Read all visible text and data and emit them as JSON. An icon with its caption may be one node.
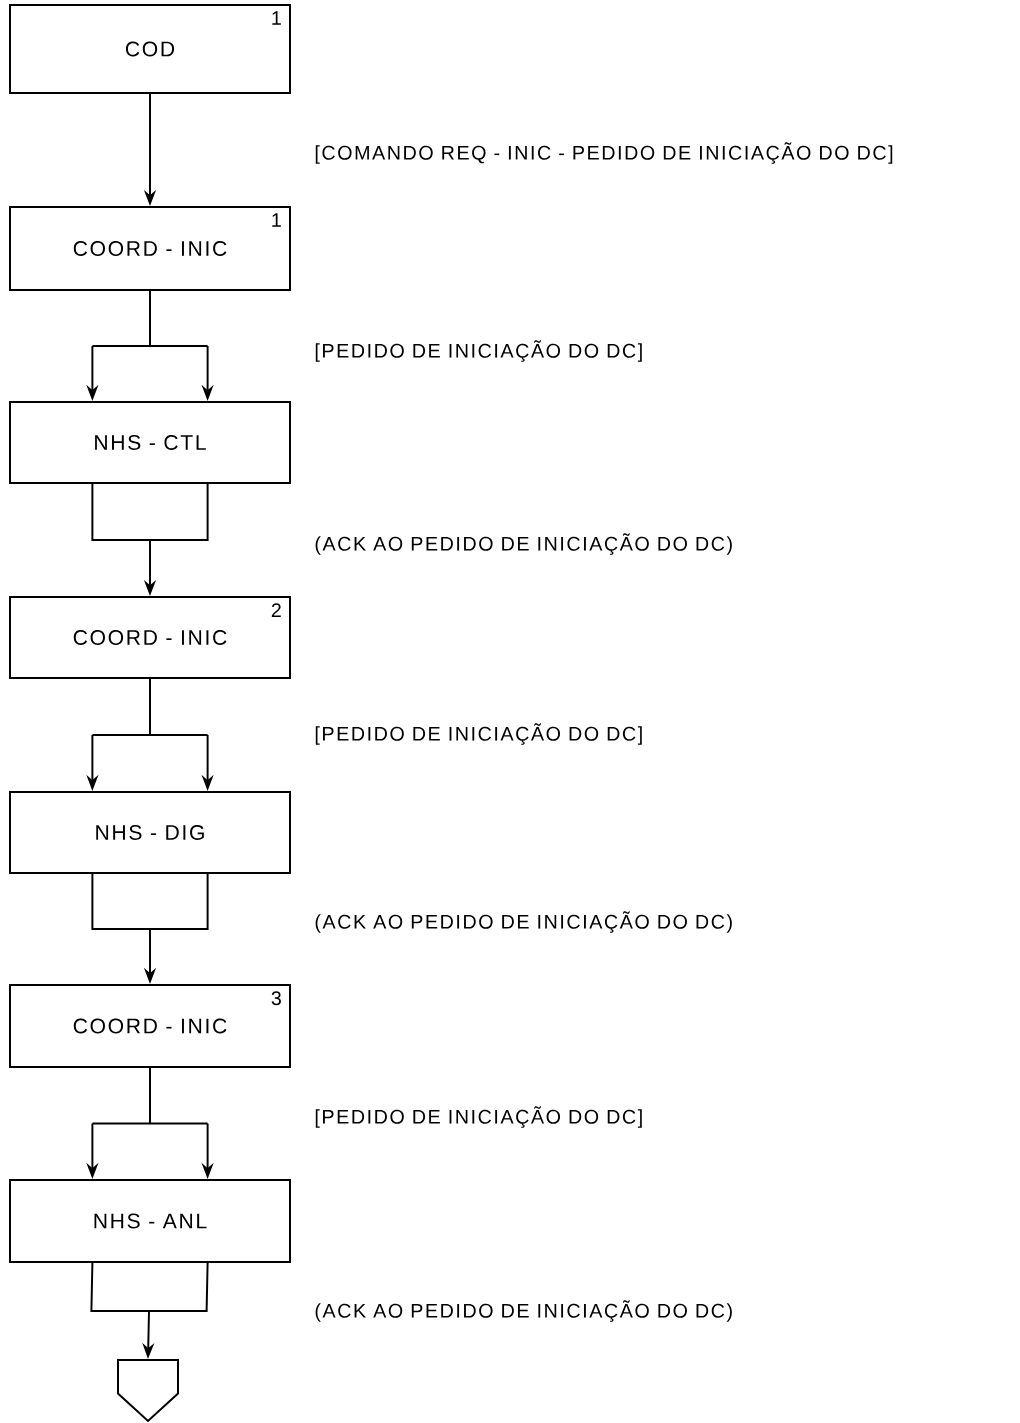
{
  "diagram": {
    "nodes": [
      {
        "text": [
          "COD",
          "1"
        ]
      },
      {
        "text": [
          "COORD - INIC",
          "1"
        ]
      },
      {
        "text": [
          "NHS - CTL"
        ]
      },
      {
        "text": [
          "COORD - INIC",
          "2"
        ]
      },
      {
        "text": [
          "NHS - DIG"
        ]
      },
      {
        "text": [
          "COORD - INIC",
          "3"
        ]
      },
      {
        "text": [
          "NHS - ANL"
        ]
      },
      {
        "text": [],
        "shape": "pentagon"
      }
    ],
    "edges": [
      {
        "from": 0,
        "to": 1,
        "arrow": "to"
      },
      {
        "from": 1,
        "to": 2,
        "arrow": "to"
      },
      {
        "from": 2,
        "to": 3,
        "arrow": "to"
      },
      {
        "from": 3,
        "to": 4,
        "arrow": "to"
      },
      {
        "from": 4,
        "to": 5,
        "arrow": "to"
      },
      {
        "from": 5,
        "to": 6,
        "arrow": "to"
      },
      {
        "from": 6,
        "to": 7,
        "arrow": "to"
      }
    ],
    "labels": [
      "[COMANDO REQ - INIC - PEDIDO DE INICIAÇÃO DO DC]",
      "[PEDIDO DE INICIAÇÃO DO DC]",
      "(ACK AO PEDIDO DE INICIAÇÃO DO DC)",
      "[PEDIDO DE INICIAÇÃO DO DC]",
      "(ACK AO PEDIDO DE INICIAÇÃO DO DC)",
      "[PEDIDO DE INICIAÇÃO DO DC]",
      "(ACK AO PEDIDO DE INICIAÇÃO DO DC)"
    ]
  }
}
